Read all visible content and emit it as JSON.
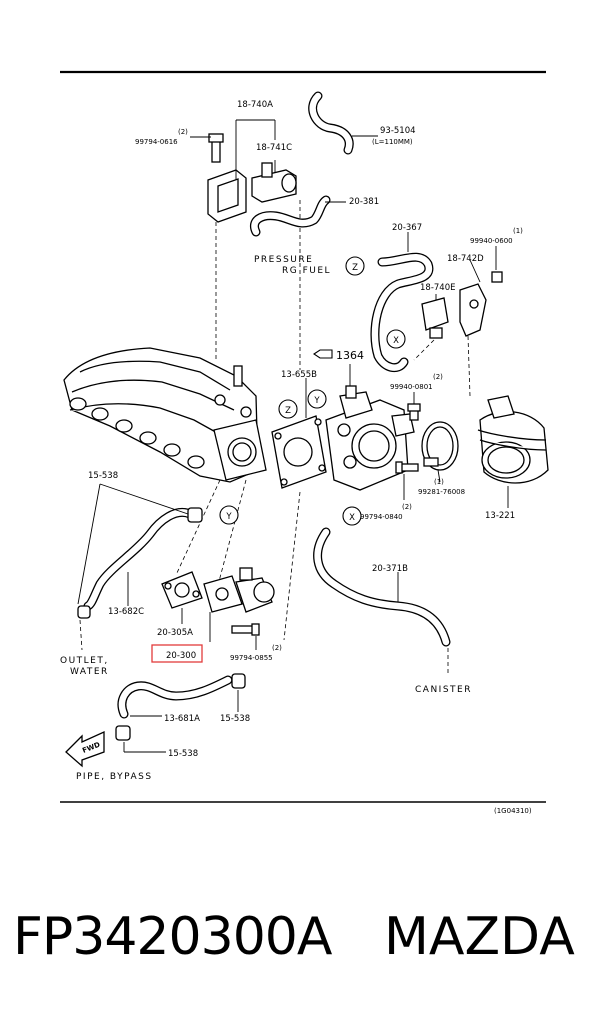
{
  "diagram": {
    "labels": {
      "p18_740A": "18-740A",
      "p99794_0616_qty": "(2)",
      "p99794_0616": "99794-0616",
      "p18_741C": "18-741C",
      "p93_5104": "93-5104",
      "p93_5104_note": "(L=110MM)",
      "p20_381": "20-381",
      "pressure": "PRESSURE",
      "rg_fuel": "RG FUEL",
      "p20_367": "20-367",
      "p99940_0600_qty": "(1)",
      "p99940_0600": "99940-0600",
      "p18_742D": "18-742D",
      "p18_740E": "18-740E",
      "p1364": "1364",
      "p13_655B": "13-655B",
      "p99940_0801_qty": "(2)",
      "p99940_0801": "99940-0801",
      "p99281_76008_qty": "(1)",
      "p99281_76008": "99281-76008",
      "p99794_0840_qty": "(2)",
      "p99794_0840": "99794-0840",
      "p13_221": "13-221",
      "p15_538_a": "15-538",
      "p13_682C": "13-682C",
      "p20_305A": "20-305A",
      "p20_300": "20-300",
      "p99794_0855_qty": "(2)",
      "p99794_0855": "99794-0855",
      "outlet": "OUTLET,",
      "water": "WATER",
      "p20_371B": "20-371B",
      "canister": "CANISTER",
      "p13_681A": "13-681A",
      "p15_538_b": "15-538",
      "p15_538_c": "15-538",
      "fwd": "FWD",
      "pipe_bypass": "PIPE, BYPASS",
      "diagram_code": "(1G04310)"
    },
    "markers": {
      "x": "X",
      "y": "Y",
      "z": "Z"
    },
    "highlight_color": "#e23b3b"
  },
  "footer": {
    "part_number": "FP3420300A",
    "brand": "MAZDA"
  }
}
